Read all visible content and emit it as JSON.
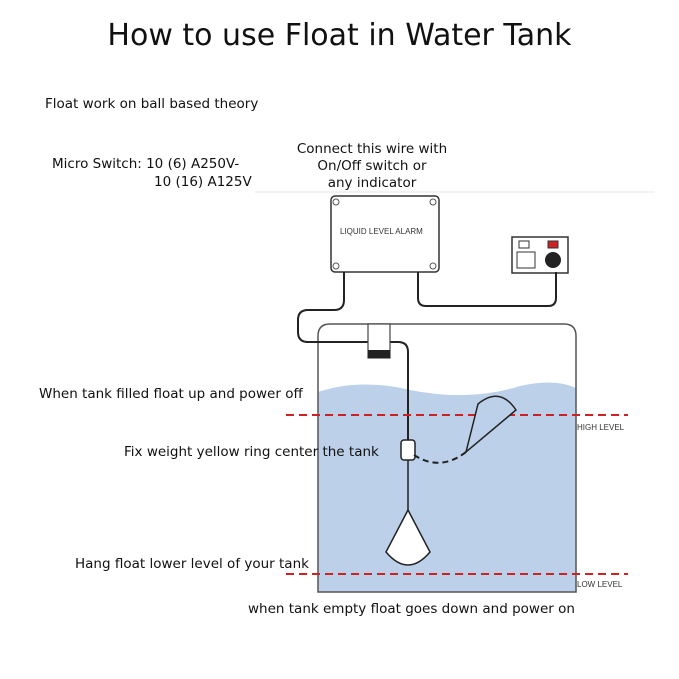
{
  "title": "How to use Float in Water Tank",
  "notes": {
    "ball_theory": "Float work on ball based theory",
    "micro_switch_line1": "Micro Switch: 10 (6) A250V-",
    "micro_switch_line2": "10 (16) A125V",
    "wire_line1": "Connect this wire with",
    "wire_line2": "On/Off switch or",
    "wire_line3": "any indicator",
    "tank_filled": "When tank filled float up and power off",
    "fix_weight": "Fix weight yellow ring center the tank",
    "hang_float": "Hang float lower level of your tank",
    "tank_empty": "when tank empty float goes down and power on"
  },
  "labels": {
    "alarm_box": "LIQUID LEVEL ALARM",
    "high_level": "HIGH LEVEL",
    "low_level": "LOW LEVEL"
  },
  "colors": {
    "water": "#bcd0ea",
    "level_line": "#cc2222",
    "outline": "#222222"
  }
}
